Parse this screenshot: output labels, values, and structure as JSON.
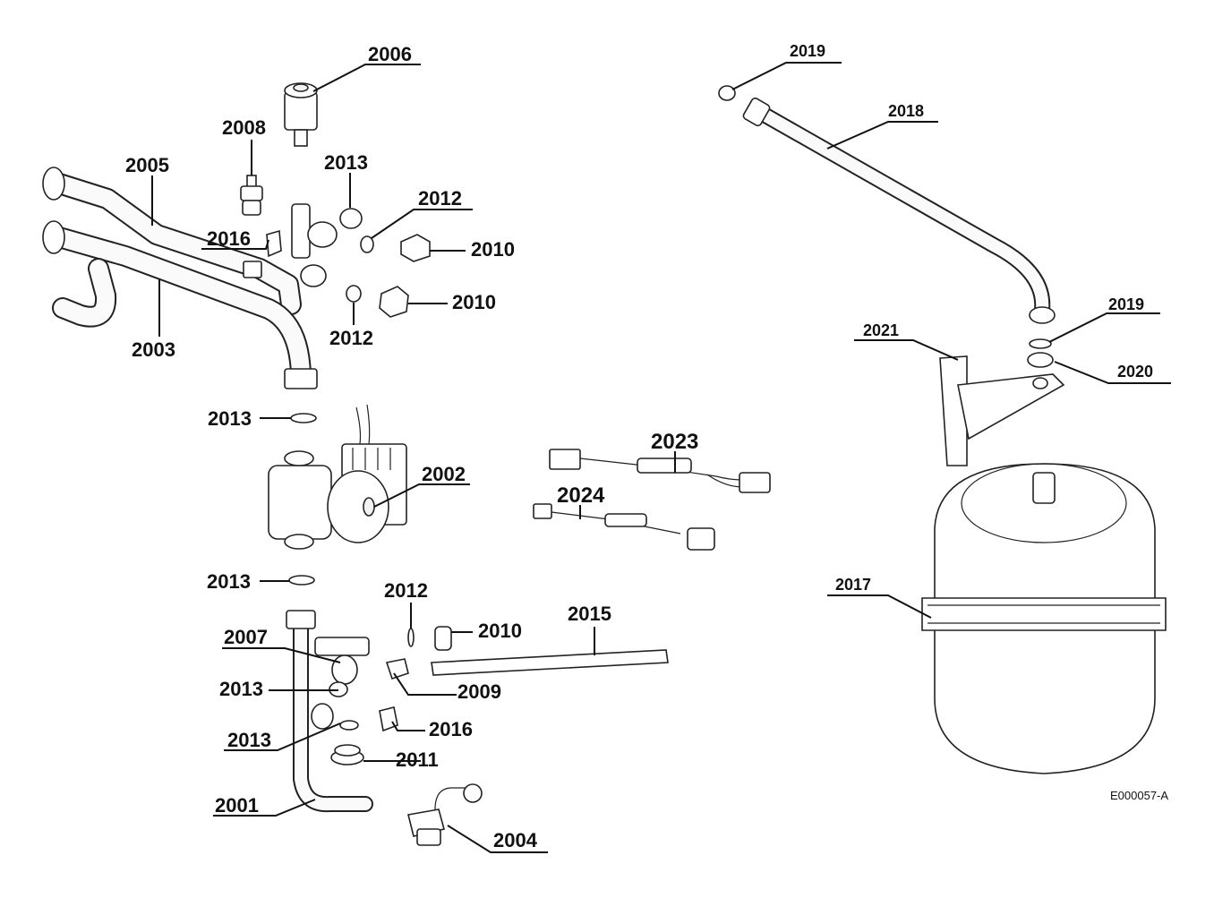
{
  "diagram": {
    "reference": "E000057-A",
    "labels": [
      {
        "id": "l2006",
        "text": "2006"
      },
      {
        "id": "l2008",
        "text": "2008"
      },
      {
        "id": "l2013a",
        "text": "2013"
      },
      {
        "id": "l2005",
        "text": "2005"
      },
      {
        "id": "l2012a",
        "text": "2012"
      },
      {
        "id": "l2016a",
        "text": "2016"
      },
      {
        "id": "l2010a",
        "text": "2010"
      },
      {
        "id": "l2010b",
        "text": "2010"
      },
      {
        "id": "l2012b",
        "text": "2012"
      },
      {
        "id": "l2003",
        "text": "2003"
      },
      {
        "id": "l2013b",
        "text": "2013"
      },
      {
        "id": "l2002",
        "text": "2002"
      },
      {
        "id": "l2013c",
        "text": "2013"
      },
      {
        "id": "l2012c",
        "text": "2012"
      },
      {
        "id": "l2010c",
        "text": "2010"
      },
      {
        "id": "l2015",
        "text": "2015"
      },
      {
        "id": "l2007",
        "text": "2007"
      },
      {
        "id": "l2013d",
        "text": "2013"
      },
      {
        "id": "l2009",
        "text": "2009"
      },
      {
        "id": "l2016b",
        "text": "2016"
      },
      {
        "id": "l2013e",
        "text": "2013"
      },
      {
        "id": "l2011",
        "text": "2011"
      },
      {
        "id": "l2001",
        "text": "2001"
      },
      {
        "id": "l2004",
        "text": "2004"
      },
      {
        "id": "l2023",
        "text": "2023"
      },
      {
        "id": "l2024",
        "text": "2024"
      },
      {
        "id": "l2019a",
        "text": "2019"
      },
      {
        "id": "l2018",
        "text": "2018"
      },
      {
        "id": "l2019b",
        "text": "2019"
      },
      {
        "id": "l2021",
        "text": "2021"
      },
      {
        "id": "l2020",
        "text": "2020"
      },
      {
        "id": "l2017",
        "text": "2017"
      }
    ]
  }
}
